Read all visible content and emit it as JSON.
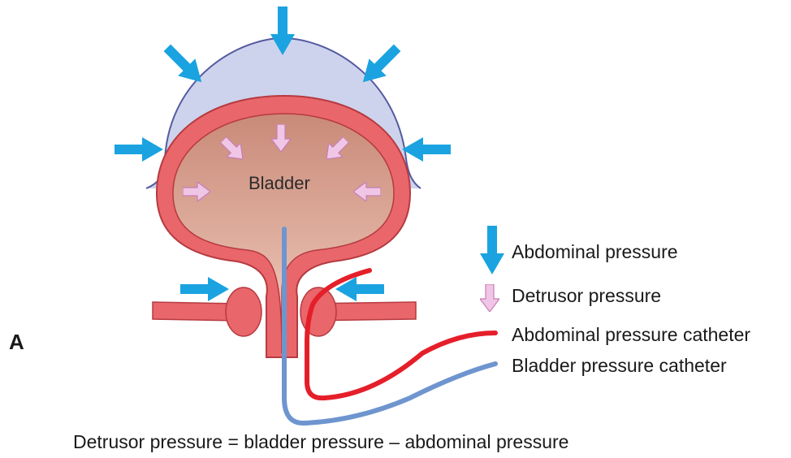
{
  "diagram": {
    "panel_letter": "A",
    "organ_label": "Bladder",
    "legend": {
      "abdominal_pressure": "Abdominal pressure",
      "detrusor_pressure": "Detrusor pressure",
      "abdominal_catheter": "Abdominal pressure catheter",
      "bladder_catheter": "Bladder pressure catheter"
    },
    "formula": "Detrusor pressure = bladder pressure – abdominal pressure",
    "colors": {
      "abdominal_arrow": "#1aa3e0",
      "detrusor_arrow": "#f0c6e6",
      "abdominal_catheter": "#e51f2a",
      "bladder_catheter": "#6f95cf",
      "bladder_wall": "#e9666a",
      "abdomen": "#cdd3ec"
    }
  }
}
